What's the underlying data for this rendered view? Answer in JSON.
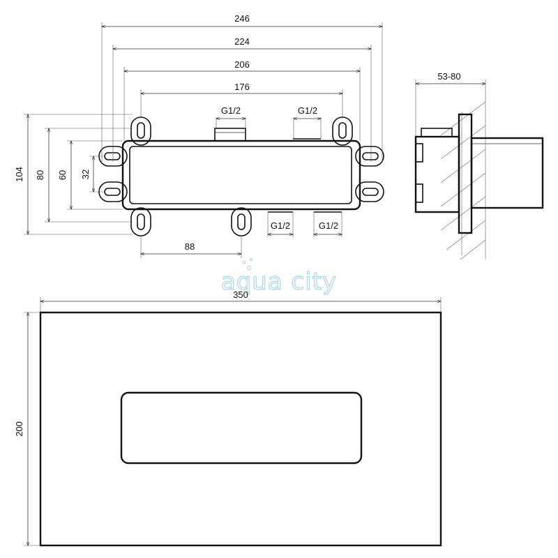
{
  "watermark": "aqua city",
  "top_view": {
    "dims": {
      "width_246": "246",
      "width_224": "224",
      "width_206": "206",
      "width_176": "176",
      "spacing_88": "88",
      "height_104": "104",
      "height_80": "80",
      "height_60": "60",
      "height_32": "32"
    },
    "ports": {
      "top_left": "G1/2",
      "top_right": "G1/2",
      "bottom_left": "G1/2",
      "bottom_right": "G1/2"
    }
  },
  "side_view": {
    "depth_label": "53-80"
  },
  "cover_plate": {
    "width_label": "350",
    "height_label": "200"
  }
}
